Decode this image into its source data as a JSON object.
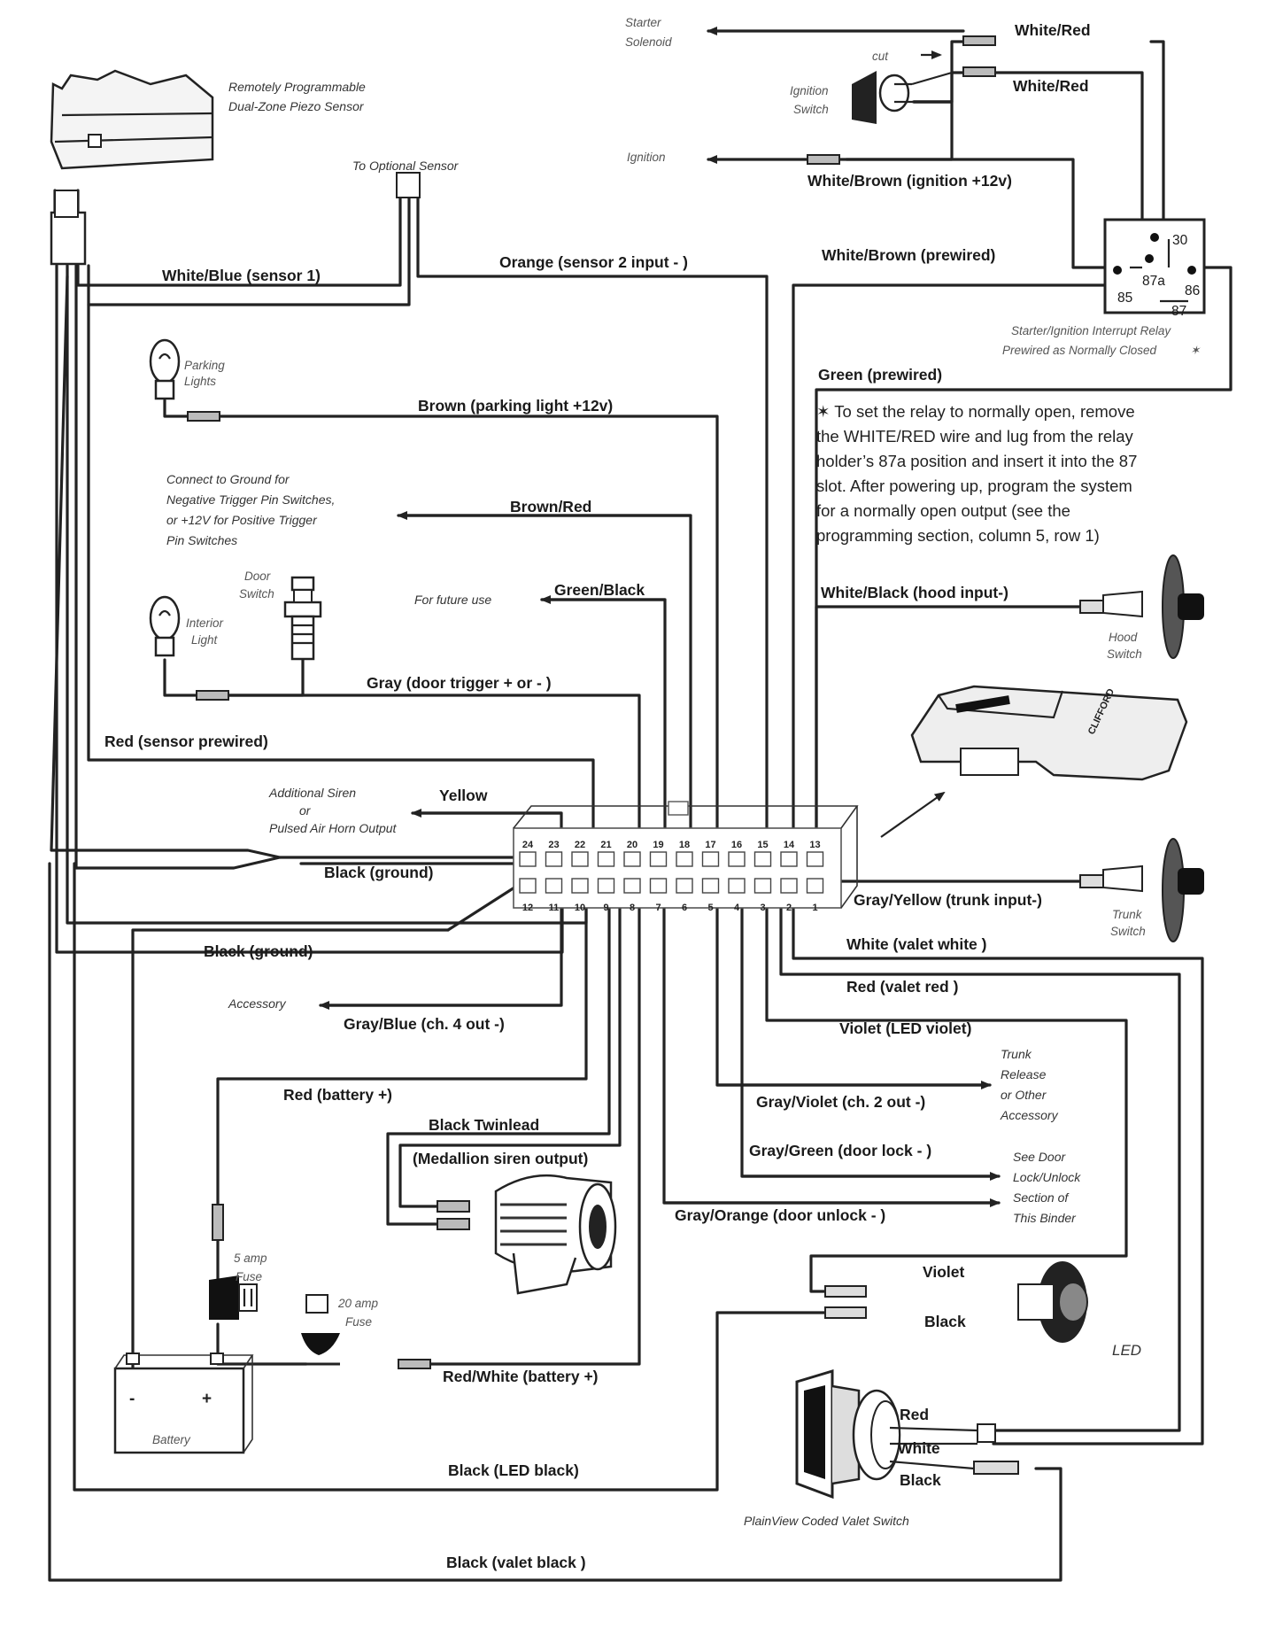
{
  "components": {
    "piezo_sensor": [
      "Remotely Programmable",
      "Dual-Zone Piezo Sensor"
    ],
    "optional_sensor": "To Optional Sensor",
    "parking_lights": [
      "Parking",
      "Lights"
    ],
    "pin_switch_note": [
      "Connect to Ground for",
      "Negative Trigger Pin Switches,",
      "or +12V for Positive Trigger",
      "Pin Switches"
    ],
    "door_switch": [
      "Door",
      "Switch"
    ],
    "interior_light": [
      "Interior",
      "Light"
    ],
    "future_use": "For future use",
    "additional_siren": [
      "Additional Siren",
      "or",
      "Pulsed Air Horn Output"
    ],
    "accessory": "Accessory",
    "fuse_5a": [
      "5 amp",
      "Fuse"
    ],
    "fuse_20a": [
      "20 amp",
      "Fuse"
    ],
    "battery": "Battery",
    "battery_minus": "-",
    "battery_plus": "+",
    "starter_solenoid": [
      "Starter",
      "Solenoid"
    ],
    "cut": "cut",
    "ignition_switch": [
      "Ignition",
      "Switch"
    ],
    "ignition": "Ignition",
    "hood_switch": [
      "Hood",
      "Switch"
    ],
    "trunk_switch": [
      "Trunk",
      "Switch"
    ],
    "trunk_release": [
      "Trunk",
      "Release",
      "or Other",
      "Accessory"
    ],
    "door_lock_section": [
      "See Door",
      "Lock/Unlock",
      "Section of",
      "This Binder"
    ],
    "led": "LED",
    "valet_switch": "PlainView Coded Valet Switch"
  },
  "relay": {
    "pin_30": "30",
    "pin_87a": "87a",
    "pin_85": "85",
    "pin_86": "86",
    "pin_87": "87",
    "caption": [
      "Starter/Ignition Interrupt Relay",
      "Prewired as Normally Closed"
    ],
    "star": "✶"
  },
  "note_lines": [
    "✶ To set the relay to normally open, remove",
    "the WHITE/RED wire and lug from the relay",
    "holder’s 87a position and insert it into the 87",
    "slot. After powering up, program the system",
    "for a normally open output (see the",
    "programming section, column 5, row 1)"
  ],
  "wires": {
    "white_red_1": "White/Red",
    "white_red_2": "White/Red",
    "white_brown_ign": "White/Brown  (ignition +12v)",
    "white_brown_pre": "White/Brown  (prewired)",
    "green_pre": "Green  (prewired)",
    "white_blue": "White/Blue  (sensor 1)",
    "orange": "Orange  (sensor 2 input - )",
    "brown": "Brown  (parking light +12v)",
    "brown_red": "Brown/Red",
    "green_black": "Green/Black",
    "gray_door": "Gray  (door trigger + or - )",
    "red_sensor": "Red  (sensor prewired)",
    "yellow": "Yellow",
    "black_ground_1": "Black  (ground)",
    "black_ground_2": "Black  (ground)",
    "white_black_hood": "White/Black (hood input-)",
    "gray_yellow_trunk": "Gray/Yellow  (trunk input-)",
    "white_valet": "White  (valet white )",
    "red_valet": "Red  (valet red )",
    "violet_led": "Violet  (LED violet)",
    "gray_blue": "Gray/Blue  (ch. 4 out -)",
    "red_battery": "Red  (battery +)",
    "gray_violet": "Gray/Violet  (ch. 2 out -)",
    "black_twinlead": "Black Twinlead",
    "medallion": "(Medallion siren output)",
    "gray_green": "Gray/Green  (door lock - )",
    "gray_orange": "Gray/Orange  (door unlock - )",
    "violet": "Violet",
    "black_led_end": "Black",
    "red_white_battery": "Red/White  (battery +)",
    "red_sw": "Red",
    "white_sw": "White",
    "black_sw": "Black",
    "black_led": "Black (LED black)",
    "black_valet": "Black  (valet black )"
  },
  "connector_pins": {
    "top": [
      "24",
      "23",
      "22",
      "21",
      "20",
      "19",
      "18",
      "17",
      "16",
      "15",
      "14",
      "13"
    ],
    "bottom": [
      "12",
      "11",
      "10",
      "9",
      "8",
      "7",
      "6",
      "5",
      "4",
      "3",
      "2",
      "1"
    ]
  },
  "remote_brand": "CLIFFORD"
}
